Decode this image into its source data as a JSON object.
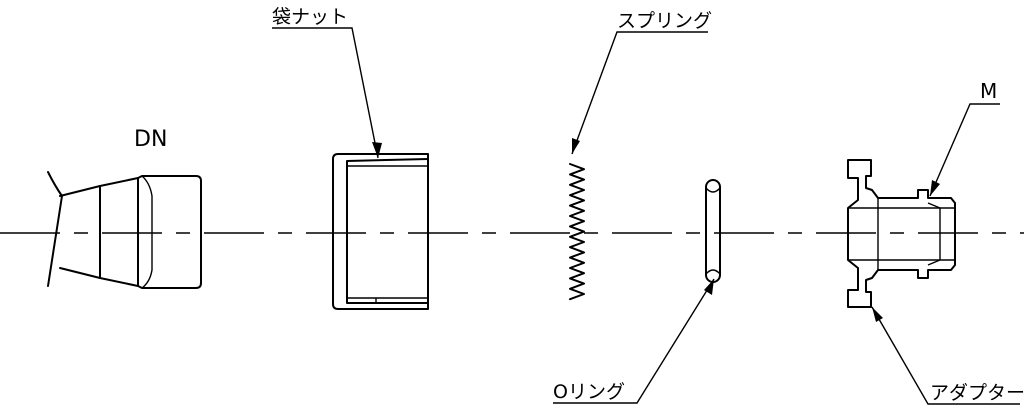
{
  "labels": {
    "dn": "DN",
    "nut": "袋ナット",
    "spring": "スプリング",
    "oring": "Oリング",
    "m": "M",
    "adapter": "アダプター"
  }
}
